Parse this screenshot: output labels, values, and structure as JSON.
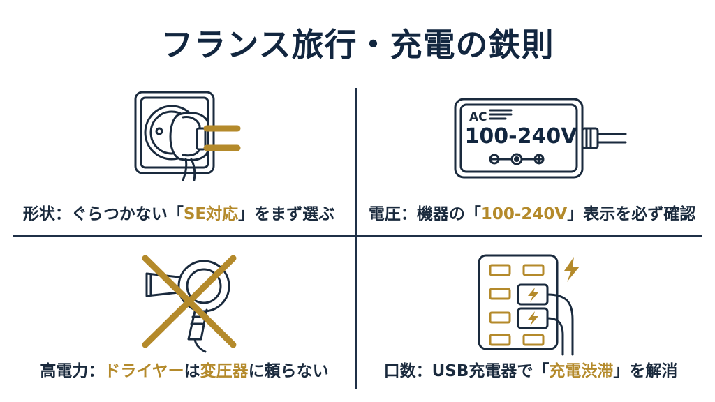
{
  "title": "フランス旅行・充電の鉄則",
  "accent_color": "#b48a2b",
  "text_color": "#1a2a3d",
  "panels": [
    {
      "icon": "plug-socket-icon",
      "caption_pre": "形状：ぐらつかない「",
      "caption_hl": "SE対応",
      "caption_post": "」をまず選ぶ"
    },
    {
      "icon": "ac-adapter-icon",
      "adapter_top": "AC",
      "adapter_voltage": "100-240V",
      "caption_pre": "電圧：機器の「",
      "caption_hl": "100-240V",
      "caption_post": "」表示を必ず確認"
    },
    {
      "icon": "crossed-hair-dryer-icon",
      "caption_pre": "高電力：",
      "caption_hl1": "ドライヤー",
      "caption_mid": "は",
      "caption_hl2": "変圧器",
      "caption_post": "に頼らない"
    },
    {
      "icon": "usb-charging-hub-icon",
      "caption_pre": "口数：USB充電器で「",
      "caption_hl": "充電渋滞",
      "caption_post": "」を解消"
    }
  ]
}
